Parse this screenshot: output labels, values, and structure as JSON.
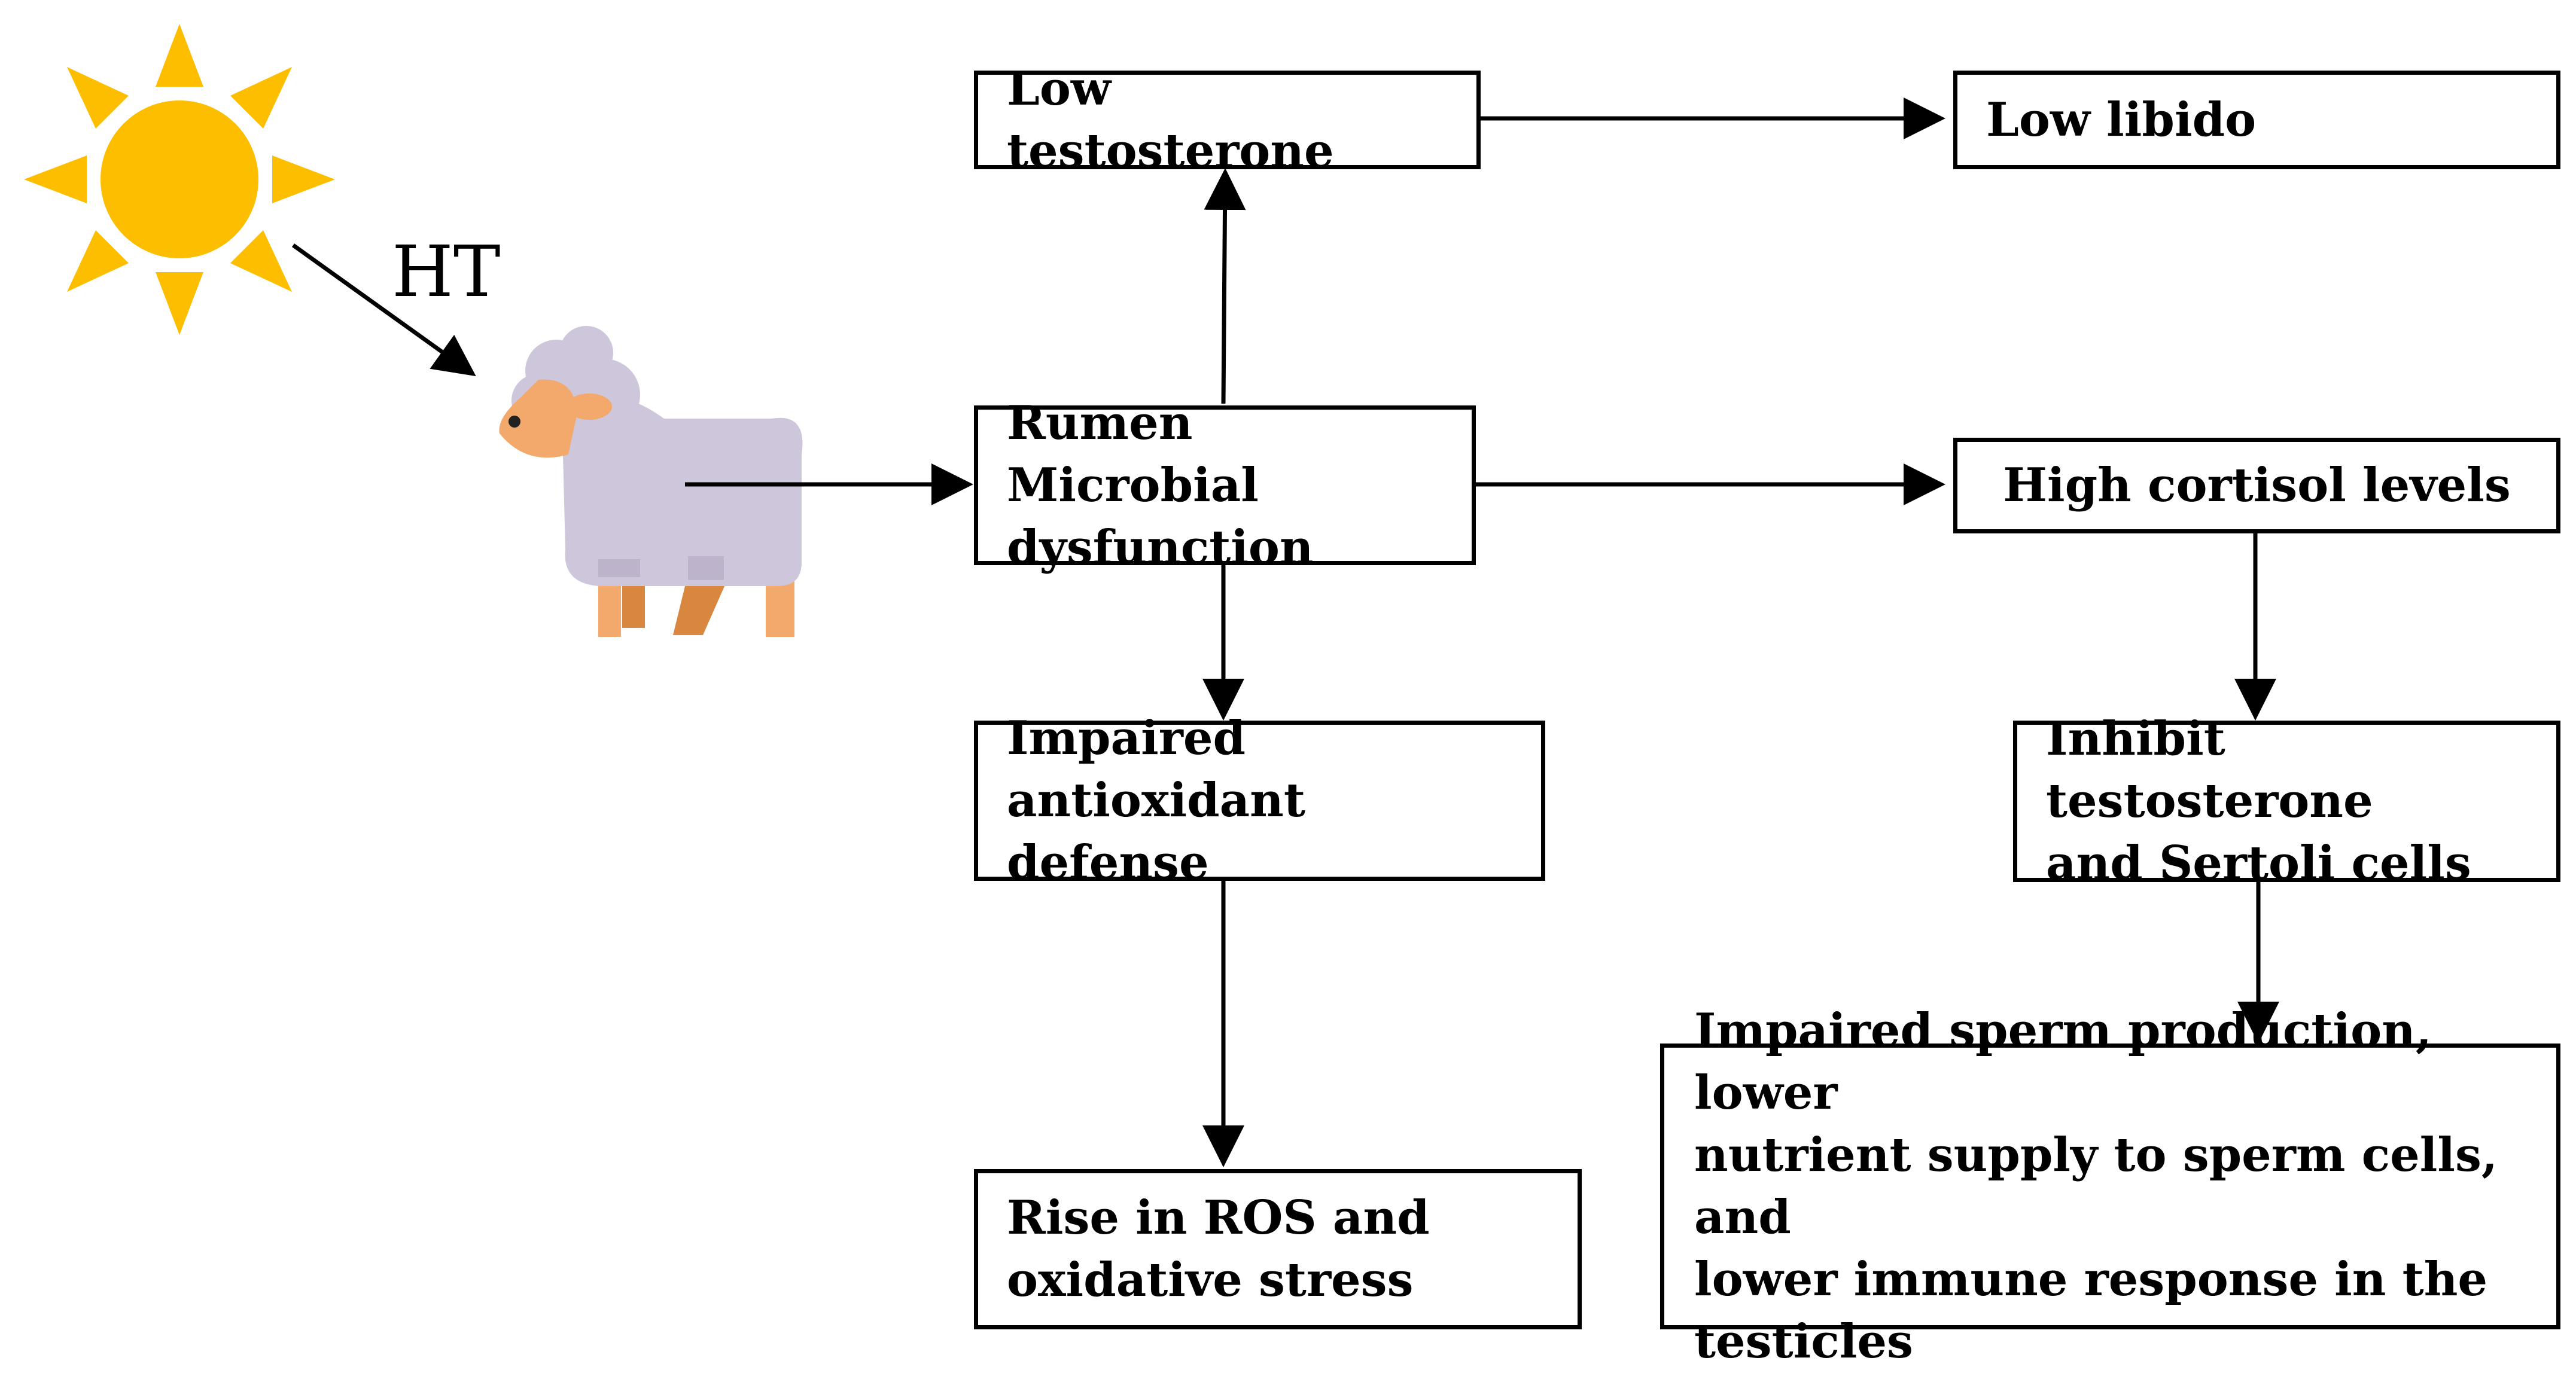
{
  "diagram": {
    "stressor_label": "HT",
    "nodes": {
      "low_testosterone": "Low testosterone",
      "low_libido": "Low libido",
      "rumen_dysfunction": "Rumen Microbial\ndysfunction",
      "high_cortisol": "High cortisol levels",
      "impaired_antioxidant": "Impaired antioxidant\ndefense",
      "inhibit_testosterone": "Inhibit testosterone\nand Sertoli cells",
      "rise_ros": "Rise in ROS and\noxidative stress",
      "impaired_sperm": "Impaired sperm production, lower\nnutrient supply to sperm cells, and\nlower immune response in the\ntesticles"
    },
    "colors": {
      "sun": "#FDBE00",
      "sheep_wool": "#CEC6DA",
      "sheep_face": "#F2A96B",
      "sheep_legs": "#E9A25C",
      "sheep_dark_legs": "#D9873E",
      "line": "#000000"
    },
    "icons": [
      "sun-icon",
      "sheep-icon"
    ]
  }
}
